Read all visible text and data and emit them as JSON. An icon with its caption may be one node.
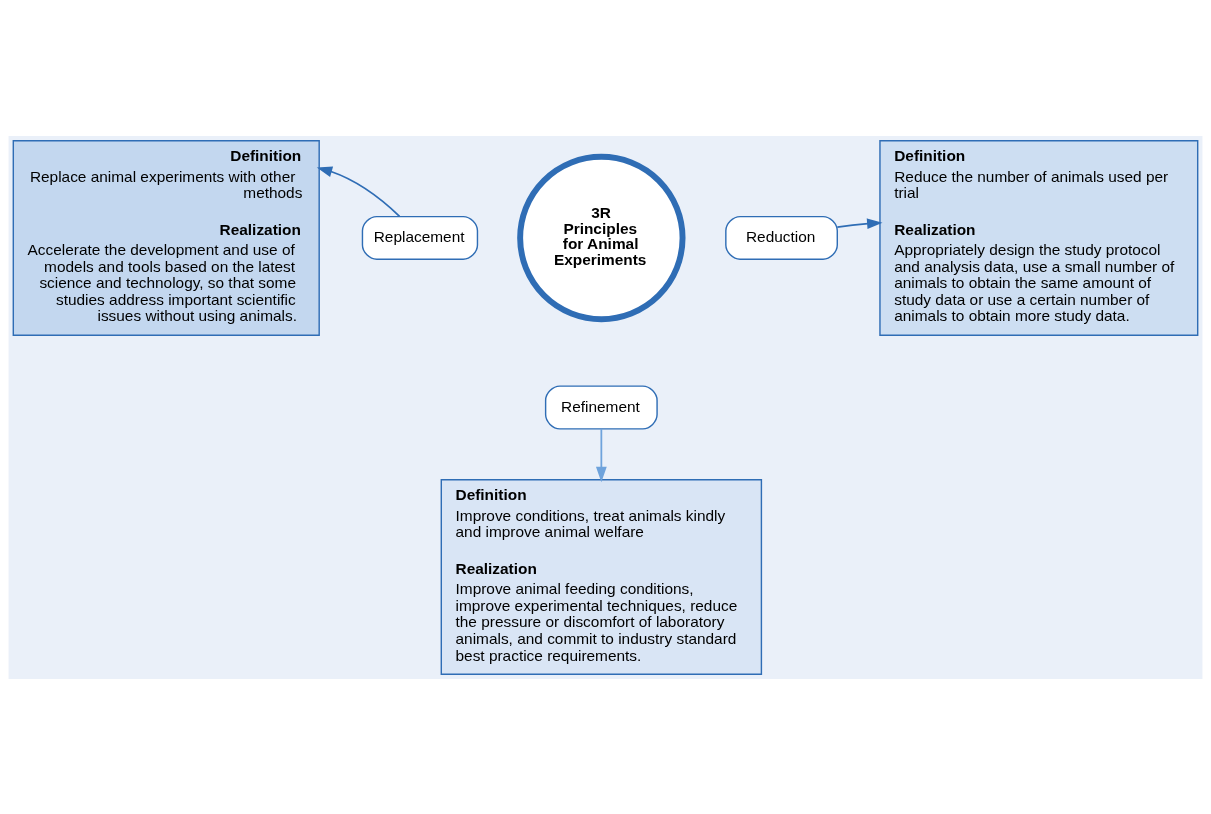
{
  "diagram": {
    "nodes": [
      {
        "text": [
          "Definition",
          "Replace animal experiments with other methods",
          "Realization",
          "Accelerate the development and use of models and tools based on the latest science and technology, so that some studies address important scientific issues without using animals."
        ]
      },
      {
        "text": [
          "3R Principles for Animal Experiments"
        ]
      },
      {
        "text": [
          "Replacement"
        ]
      },
      {
        "text": [
          "Reduction"
        ]
      },
      {
        "text": [
          "Refinement"
        ]
      },
      {
        "text": [
          "Definition",
          "Reduce the number of animals used per trial",
          "Realization",
          "Appropriately design the study protocol and analysis data, use a small number of animals to obtain the same amount of study data or use a certain number of animals to obtain more study data."
        ]
      },
      {
        "text": [
          "Definition",
          "Improve conditions, treat animals kindly and improve animal welfare",
          "Realization",
          "Improve animal feeding conditions, improve experimental techniques, reduce the pressure or discomfort of laboratory animals, and commit to industry standard best practice requirements."
        ]
      }
    ],
    "edges": [
      {
        "from": 2,
        "to": 0,
        "arrow": "to"
      },
      {
        "from": 3,
        "to": 5,
        "arrow": "to"
      },
      {
        "from": 4,
        "to": 6,
        "arrow": "to",
        "color": "#6fa3dc"
      }
    ]
  }
}
